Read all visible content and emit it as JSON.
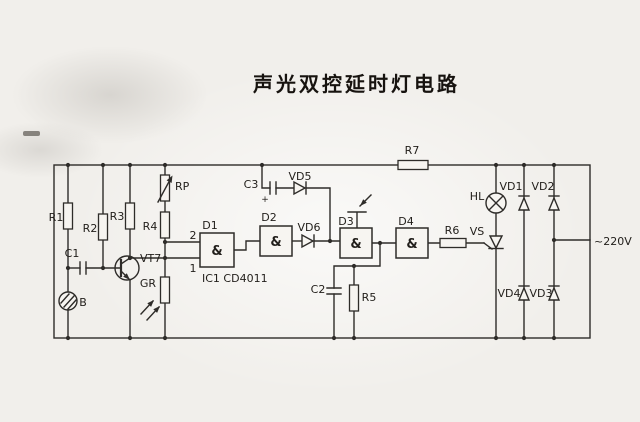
{
  "title": "声光双控延时灯电路",
  "colors": {
    "paper": "#f1efeb",
    "ink": "#2e2c29"
  },
  "labels": {
    "r1": "R1",
    "r2": "R2",
    "r3": "R3",
    "r4": "R4",
    "r5": "R5",
    "r6": "R6",
    "r7": "R7",
    "rp": "RP",
    "gr": "GR",
    "c1": "C1",
    "c2": "C2",
    "c3": "C3",
    "c3_plus": "+",
    "b": "B",
    "vt7": "VT7",
    "d1": "D1",
    "d2": "D2",
    "d3": "D3",
    "d4": "D4",
    "and_gate": "&",
    "pin1": "1",
    "pin2": "2",
    "ic1": "IC1 CD4011",
    "vd1": "VD1",
    "vd2": "VD2",
    "vd3": "VD3",
    "vd4": "VD4",
    "vd5": "VD5",
    "vd6": "VD6",
    "hl": "HL",
    "vs": "VS",
    "mains": "~220V"
  }
}
